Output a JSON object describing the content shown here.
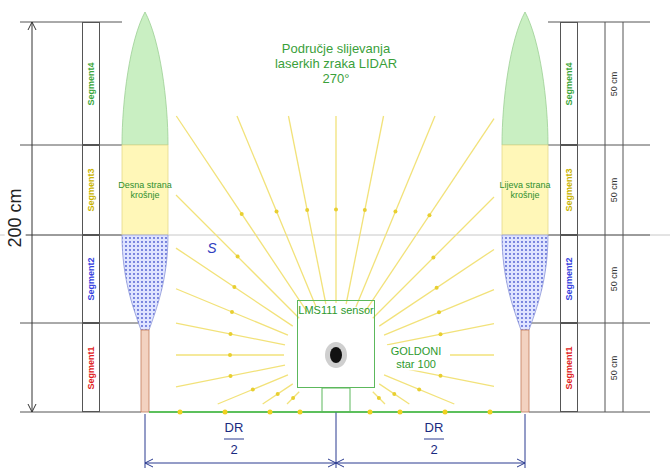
{
  "diagram": {
    "nodes": [
      {
        "text": [
          "Segment4"
        ]
      },
      {
        "text": [
          "Segment3"
        ]
      },
      {
        "text": [
          "Segment2"
        ]
      },
      {
        "text": [
          "Segment1"
        ]
      },
      {
        "text": [
          "Desna strana krošnje"
        ]
      },
      {
        "text": [
          "Lijeva strana krošnje"
        ]
      },
      {
        "text": [
          "Segment4"
        ]
      },
      {
        "text": [
          "Segment3"
        ]
      },
      {
        "text": [
          "Segment2"
        ]
      },
      {
        "text": [
          "Segment1"
        ]
      },
      {
        "text": [
          "LMS111 sensor"
        ]
      }
    ],
    "labels": [
      "200 cm",
      "Područje slijevanja laserkih zraka LIDAR 270°",
      "S",
      "GOLDONI star 100",
      "50 cm",
      "50 cm",
      "50 cm",
      "50 cm",
      "DR",
      "2",
      "DR",
      "2"
    ]
  }
}
